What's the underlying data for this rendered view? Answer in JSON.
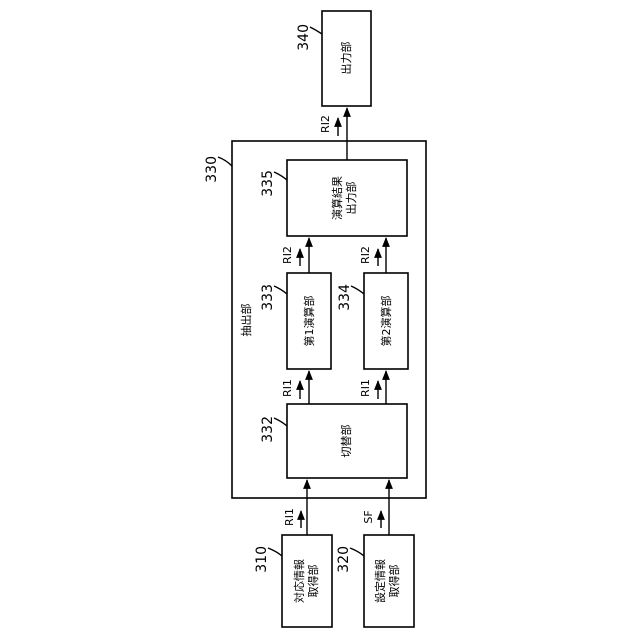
{
  "blocks": {
    "b310": {
      "ref": "310",
      "lines": [
        "対応情報",
        "取得部"
      ]
    },
    "b320": {
      "ref": "320",
      "lines": [
        "設定情報",
        "取得部"
      ]
    },
    "b330": {
      "ref": "330",
      "label": "抽出部"
    },
    "b332": {
      "ref": "332",
      "lines": [
        "切替部"
      ]
    },
    "b333": {
      "ref": "333",
      "lines": [
        "第1演算部"
      ]
    },
    "b334": {
      "ref": "334",
      "lines": [
        "第2演算部"
      ]
    },
    "b335": {
      "ref": "335",
      "lines": [
        "演算結果",
        "出力部"
      ]
    },
    "b340": {
      "ref": "340",
      "lines": [
        "出力部"
      ]
    }
  },
  "signals": {
    "s310": "RI1",
    "s320": "SF",
    "s332a": "RI1",
    "s332b": "RI1",
    "s333": "RI2",
    "s334": "RI2",
    "s335": "RI2"
  }
}
